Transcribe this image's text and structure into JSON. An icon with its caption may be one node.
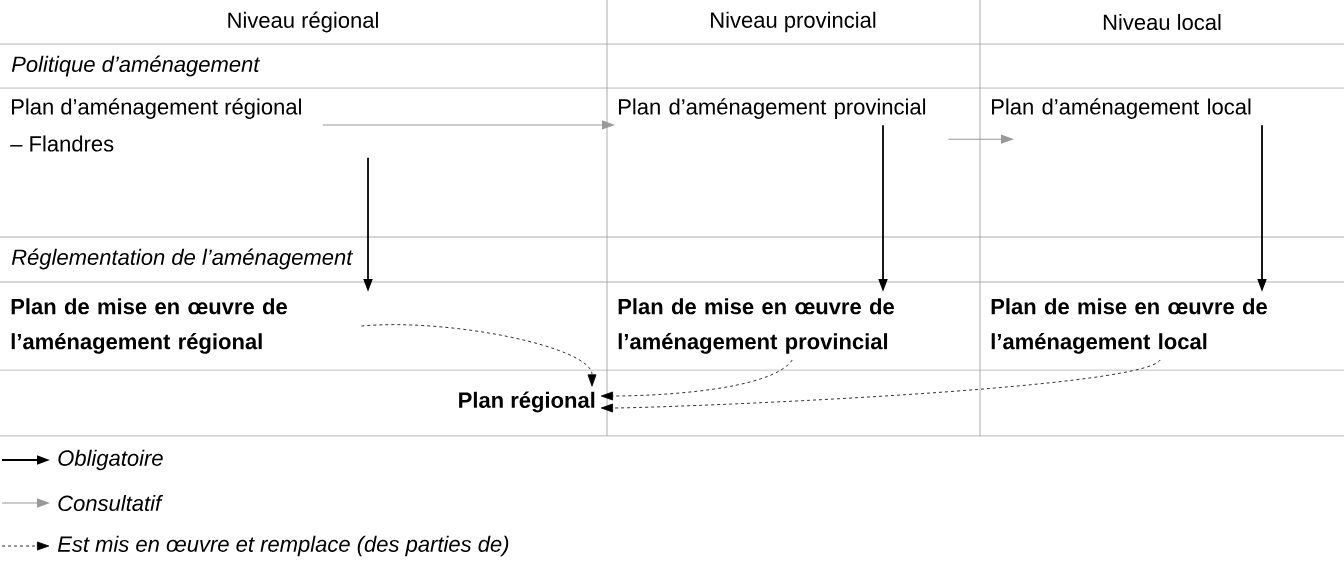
{
  "diagram": {
    "nodes": [
      {
        "text": [
          "Plan d’aménagement régional",
          "– Flandres"
        ]
      },
      {
        "text": [
          "Plan d’aménagement provincial"
        ]
      },
      {
        "text": [
          "Plan d’aménagement local"
        ]
      },
      {
        "text": [
          "Plan de mise en œuvre de l’aménagement régional"
        ]
      },
      {
        "text": [
          "Plan de mise en œuvre de l’aménagement provincial"
        ]
      },
      {
        "text": [
          "Plan de mise en œuvre de l’aménagement local"
        ]
      },
      {
        "text": [
          "Plan régional"
        ]
      }
    ],
    "edges": [
      {
        "from": 0,
        "to": 1,
        "arrow": "to",
        "color": "#999999"
      },
      {
        "from": 1,
        "to": 2,
        "arrow": "to",
        "color": "#999999"
      },
      {
        "from": 0,
        "to": 3,
        "arrow": "to"
      },
      {
        "from": 1,
        "to": 4,
        "arrow": "to"
      },
      {
        "from": 2,
        "to": 5,
        "arrow": "to"
      },
      {
        "from": 3,
        "to": 6,
        "arrow": "to",
        "style": "dashed"
      },
      {
        "from": 4,
        "to": 6,
        "arrow": "to",
        "style": "dashed"
      },
      {
        "from": 5,
        "to": 6,
        "arrow": "to",
        "style": "dashed"
      }
    ],
    "labels": [
      "Niveau régional",
      "Niveau provincial",
      "Niveau local",
      "Politique d’aménagement",
      "Réglementation de l’aménagement"
    ],
    "legend": [
      {
        "text": "Obligatoire"
      },
      {
        "text": "Consultatif"
      },
      {
        "text": "Est mis en œuvre et remplace (des parties de)"
      }
    ]
  }
}
